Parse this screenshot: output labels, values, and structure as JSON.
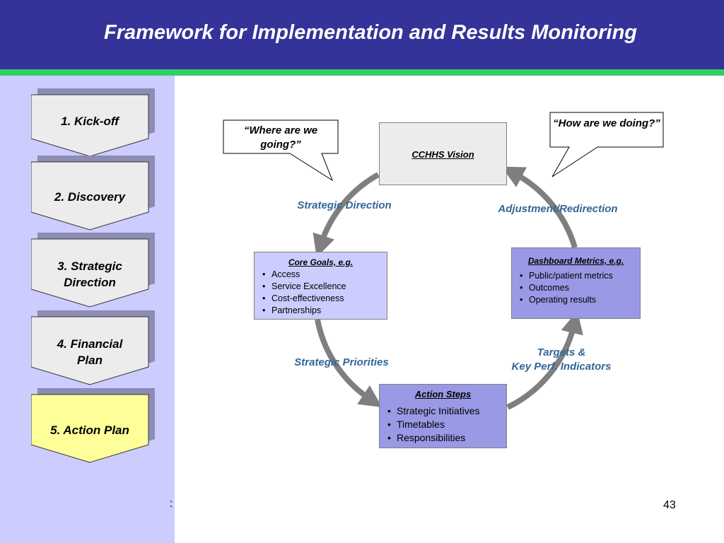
{
  "header": {
    "title": "Framework for Implementation and Results Monitoring"
  },
  "sidebar": {
    "steps": [
      {
        "label": "1. Kick-off",
        "active": false
      },
      {
        "label": "2. Discovery",
        "active": false
      },
      {
        "label": "3. Strategic Direction",
        "active": false
      },
      {
        "label": "4.  Financial Plan",
        "active": false
      },
      {
        "label": "5.  Action Plan",
        "active": true
      }
    ]
  },
  "diagram": {
    "bubbles": {
      "where": "“Where are we going?”",
      "how": "“How are we doing?”"
    },
    "vision": {
      "title": "CCHHS Vision"
    },
    "core_goals": {
      "title": "Core Goals, e.g.",
      "items": [
        "Access",
        "Service Excellence",
        "Cost-effectiveness",
        "Partnerships"
      ]
    },
    "dashboard": {
      "title": "Dashboard Metrics, e.g.",
      "items": [
        "Public/patient metrics",
        "Outcomes",
        "Operating results"
      ]
    },
    "action_steps": {
      "title": "Action Steps",
      "items": [
        "Strategic Initiatives",
        "Timetables",
        "Responsibilities"
      ]
    },
    "cycle_labels": {
      "strategic_direction": "Strategic Direction",
      "adjustment": "Adjustment/Redirection",
      "strategic_priorities": "Strategic Priorities",
      "targets_line1": "Targets &",
      "targets_line2": "Key Perf. Indicators"
    }
  },
  "footer": {
    "page_number": "43",
    "stray_mark": ":"
  },
  "colors": {
    "header": "#333399",
    "stripe": "#33cc66",
    "sidebar": "#ccccff",
    "chevron": "#ececec",
    "chevron_active": "#ffff99",
    "chevron_shadow": "#8c8cb4",
    "vision_box": "#ececec",
    "goals_box": "#ccccff",
    "metrics_box": "#9999e6",
    "cycle_arrow": "#7f7f7f",
    "cycle_label": "#336699"
  }
}
